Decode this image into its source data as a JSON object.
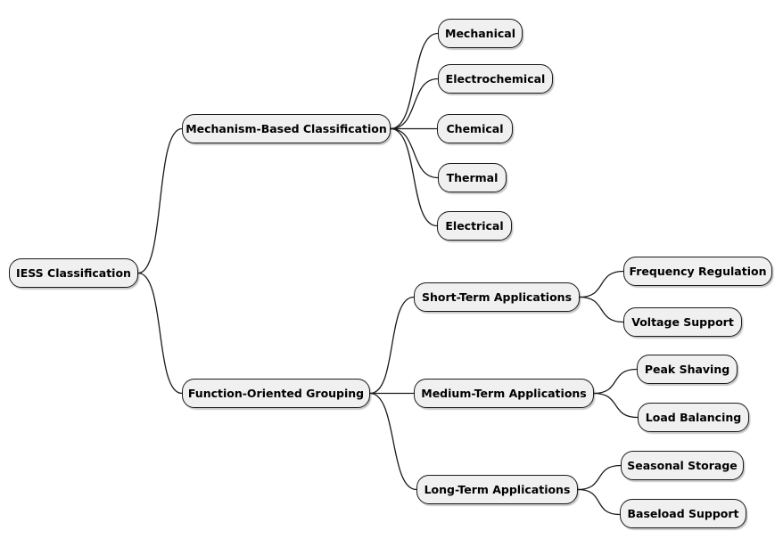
{
  "colors": {
    "background": "#ffffff",
    "node_fill": "#f0f0f0",
    "node_border": "#1a1a1a",
    "edge": "#1a1a1a",
    "text": "#000000"
  },
  "tree": {
    "label": "IESS Classification",
    "children": [
      {
        "label": "Mechanism-Based Classification",
        "children": [
          {
            "label": "Mechanical"
          },
          {
            "label": "Electrochemical"
          },
          {
            "label": "Chemical"
          },
          {
            "label": "Thermal"
          },
          {
            "label": "Electrical"
          }
        ]
      },
      {
        "label": "Function-Oriented Grouping",
        "children": [
          {
            "label": "Short-Term Applications",
            "children": [
              {
                "label": "Frequency Regulation"
              },
              {
                "label": "Voltage Support"
              }
            ]
          },
          {
            "label": "Medium-Term Applications",
            "children": [
              {
                "label": "Peak Shaving"
              },
              {
                "label": "Load Balancing"
              }
            ]
          },
          {
            "label": "Long-Term Applications",
            "children": [
              {
                "label": "Seasonal Storage"
              },
              {
                "label": "Baseload Support"
              }
            ]
          }
        ]
      }
    ]
  }
}
